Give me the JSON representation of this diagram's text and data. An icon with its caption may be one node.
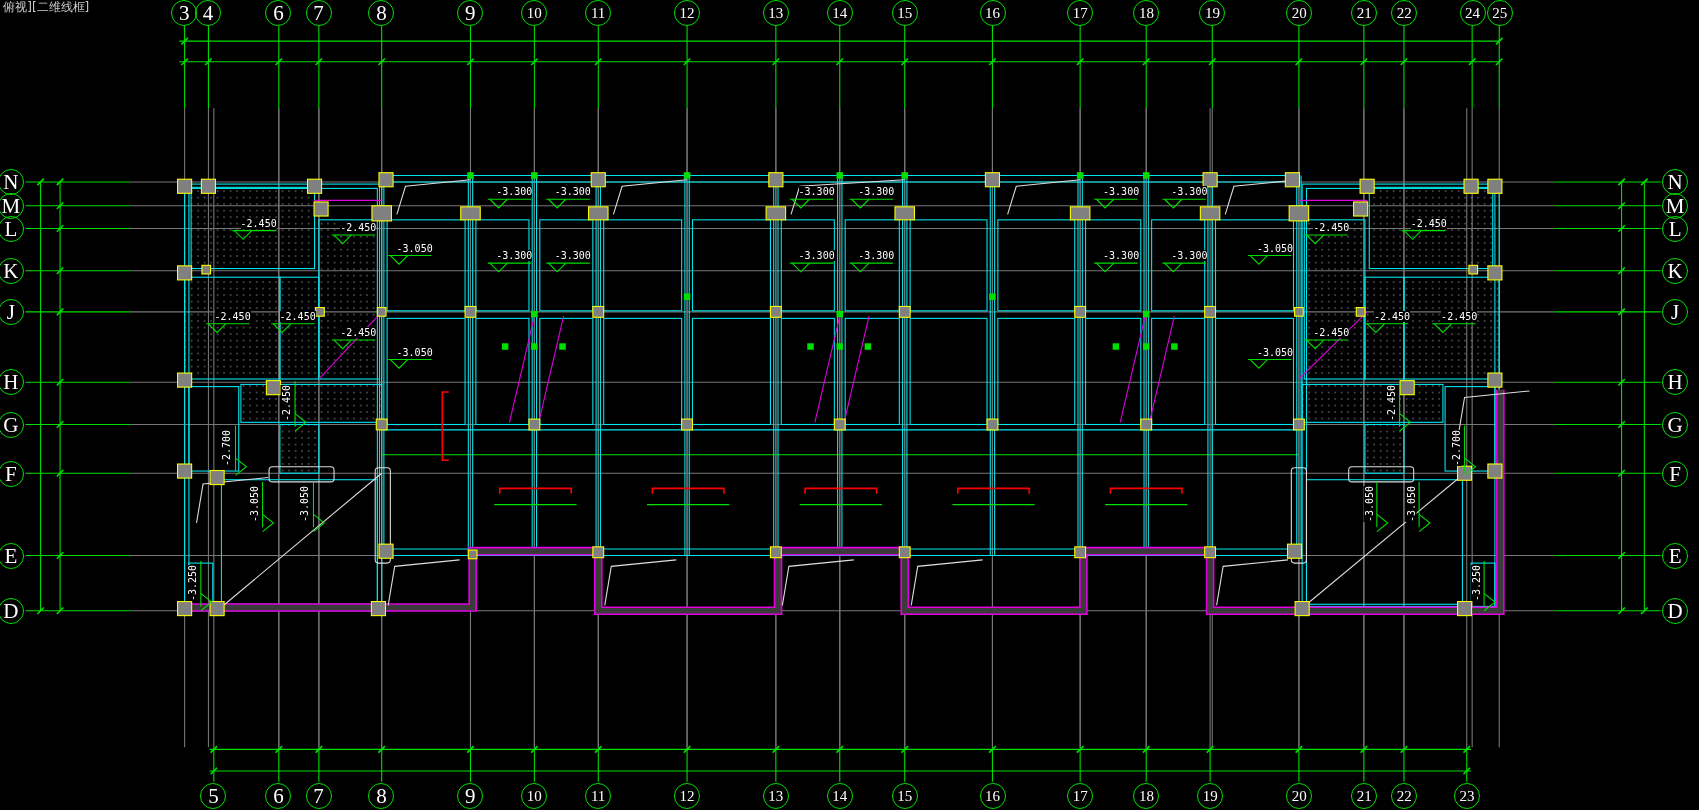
{
  "diagram": {
    "labels": [
      "俯视][二维线框]",
      "3",
      "4",
      "6",
      "7",
      "8",
      "9",
      "10",
      "11",
      "12",
      "13",
      "14",
      "15",
      "16",
      "17",
      "18",
      "19",
      "20",
      "21",
      "22",
      "24",
      "25",
      "N",
      "N",
      "-3.300",
      "-3.300",
      "-3.300",
      "-3.300",
      "-3.300",
      "-3.300",
      "M",
      "M",
      "-2.450",
      "-2.450",
      "L",
      "L",
      "-2.450",
      "-2.450",
      "-3.050",
      "-3.050",
      "-3.300",
      "-3.300",
      "-3.300",
      "-3.300",
      "-3.300",
      "-3.300",
      "K",
      "K",
      "J",
      "J",
      "-2.450",
      "-2.450",
      "-2.450",
      "-2.450",
      "-2.450",
      "-2.450",
      "-3.050",
      "-3.050",
      "H",
      "H",
      "-2.450",
      "-2.450",
      "G",
      "G",
      "-2.700",
      "-2.700",
      "F",
      "F",
      "-3.050",
      "-3.050",
      "-3.050",
      "-3.050",
      "E",
      "E",
      "-3.250",
      "-3.250",
      "D",
      "D",
      "5",
      "6",
      "7",
      "8",
      "9",
      "10",
      "11",
      "12",
      "13",
      "14",
      "15",
      "16",
      "17",
      "18",
      "19",
      "20",
      "21",
      "22",
      "23"
    ]
  }
}
